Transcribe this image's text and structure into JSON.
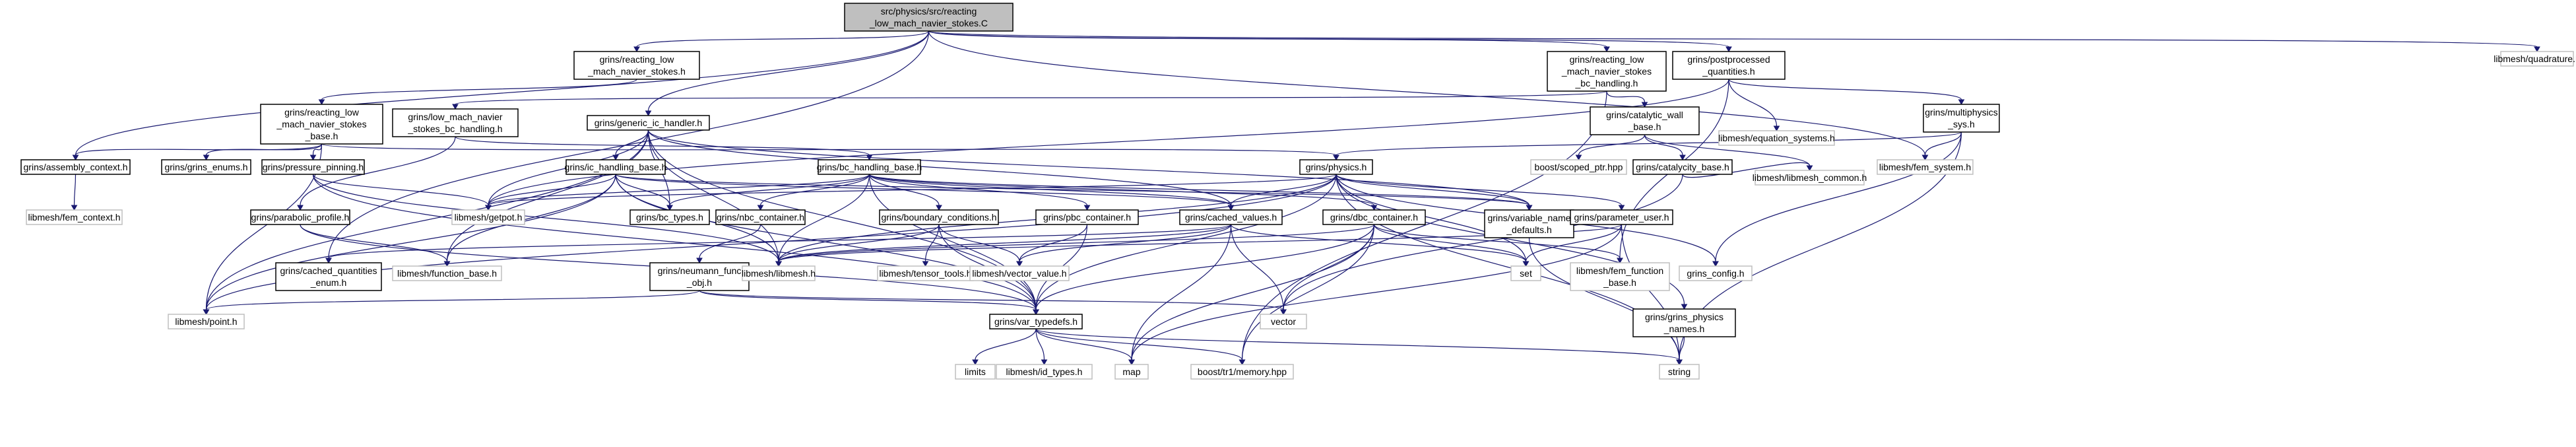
{
  "graph": {
    "root": "src/physics/src/reacting_low_mach_navier_stokes.C",
    "nodes": [
      {
        "id": "root",
        "label": [
          "src/physics/src/reacting",
          "_low_mach_navier_stokes.C"
        ],
        "kind": "root"
      },
      {
        "id": "rlmns",
        "label": [
          "grins/reacting_low",
          "_mach_navier_stokes.h"
        ],
        "kind": "doc"
      },
      {
        "id": "rlmns_bc",
        "label": [
          "grins/reacting_low",
          "_mach_navier_stokes",
          "_bc_handling.h"
        ],
        "kind": "doc"
      },
      {
        "id": "postproc",
        "label": [
          "grins/postprocessed",
          "_quantities.h"
        ],
        "kind": "doc"
      },
      {
        "id": "quadrature",
        "label": [
          "libmesh/quadrature.h"
        ],
        "kind": "ext"
      },
      {
        "id": "rlmns_base",
        "label": [
          "grins/reacting_low",
          "_mach_navier_stokes",
          "_base.h"
        ],
        "kind": "doc"
      },
      {
        "id": "lmns_bc",
        "label": [
          "grins/low_mach_navier",
          "_stokes_bc_handling.h"
        ],
        "kind": "doc"
      },
      {
        "id": "generic_ic",
        "label": [
          "grins/generic_ic_handler.h"
        ],
        "kind": "doc"
      },
      {
        "id": "catalytic_wall",
        "label": [
          "grins/catalytic_wall",
          "_base.h"
        ],
        "kind": "doc"
      },
      {
        "id": "eq_systems",
        "label": [
          "libmesh/equation_systems.h"
        ],
        "kind": "ext"
      },
      {
        "id": "multiphysics",
        "label": [
          "grins/multiphysics",
          "_sys.h"
        ],
        "kind": "doc"
      },
      {
        "id": "assembly",
        "label": [
          "grins/assembly_context.h"
        ],
        "kind": "doc"
      },
      {
        "id": "grins_enums",
        "label": [
          "grins/grins_enums.h"
        ],
        "kind": "doc"
      },
      {
        "id": "pressure_pin",
        "label": [
          "grins/pressure_pinning.h"
        ],
        "kind": "doc"
      },
      {
        "id": "ic_base",
        "label": [
          "grins/ic_handling_base.h"
        ],
        "kind": "doc"
      },
      {
        "id": "bc_base",
        "label": [
          "grins/bc_handling_base.h"
        ],
        "kind": "doc"
      },
      {
        "id": "physics",
        "label": [
          "grins/physics.h"
        ],
        "kind": "doc"
      },
      {
        "id": "scoped_ptr",
        "label": [
          "boost/scoped_ptr.hpp"
        ],
        "kind": "ext"
      },
      {
        "id": "catalycity",
        "label": [
          "grins/catalycity_base.h"
        ],
        "kind": "doc"
      },
      {
        "id": "libmesh_common",
        "label": [
          "libmesh/libmesh_common.h"
        ],
        "kind": "ext"
      },
      {
        "id": "fem_system",
        "label": [
          "libmesh/fem_system.h"
        ],
        "kind": "ext"
      },
      {
        "id": "fem_context",
        "label": [
          "libmesh/fem_context.h"
        ],
        "kind": "ext"
      },
      {
        "id": "parabolic",
        "label": [
          "grins/parabolic_profile.h"
        ],
        "kind": "doc"
      },
      {
        "id": "getpot",
        "label": [
          "libmesh/getpot.h"
        ],
        "kind": "ext"
      },
      {
        "id": "bc_types",
        "label": [
          "grins/bc_types.h"
        ],
        "kind": "doc"
      },
      {
        "id": "nbc",
        "label": [
          "grins/nbc_container.h"
        ],
        "kind": "doc"
      },
      {
        "id": "boundary_cond",
        "label": [
          "grins/boundary_conditions.h"
        ],
        "kind": "doc"
      },
      {
        "id": "pbc",
        "label": [
          "grins/pbc_container.h"
        ],
        "kind": "doc"
      },
      {
        "id": "cached_values",
        "label": [
          "grins/cached_values.h"
        ],
        "kind": "doc"
      },
      {
        "id": "dbc",
        "label": [
          "grins/dbc_container.h"
        ],
        "kind": "doc"
      },
      {
        "id": "var_name_defaults",
        "label": [
          "grins/variable_name",
          "_defaults.h"
        ],
        "kind": "doc"
      },
      {
        "id": "param_user",
        "label": [
          "grins/parameter_user.h"
        ],
        "kind": "doc"
      },
      {
        "id": "cached_enum",
        "label": [
          "grins/cached_quantities",
          "_enum.h"
        ],
        "kind": "doc"
      },
      {
        "id": "function_base",
        "label": [
          "libmesh/function_base.h"
        ],
        "kind": "ext"
      },
      {
        "id": "neumann",
        "label": [
          "grins/neumann_func",
          "_obj.h"
        ],
        "kind": "doc"
      },
      {
        "id": "libmesh_h",
        "label": [
          "libmesh/libmesh.h"
        ],
        "kind": "ext"
      },
      {
        "id": "tensor_tools",
        "label": [
          "libmesh/tensor_tools.h"
        ],
        "kind": "ext"
      },
      {
        "id": "vector_value",
        "label": [
          "libmesh/vector_value.h"
        ],
        "kind": "ext"
      },
      {
        "id": "set",
        "label": [
          "set"
        ],
        "kind": "ext"
      },
      {
        "id": "fem_function_base",
        "label": [
          "libmesh/fem_function",
          "_base.h"
        ],
        "kind": "ext"
      },
      {
        "id": "grins_config",
        "label": [
          "grins_config.h"
        ],
        "kind": "ext"
      },
      {
        "id": "point",
        "label": [
          "libmesh/point.h"
        ],
        "kind": "ext"
      },
      {
        "id": "vector",
        "label": [
          "vector"
        ],
        "kind": "ext"
      },
      {
        "id": "var_typedefs",
        "label": [
          "grins/var_typedefs.h"
        ],
        "kind": "doc"
      },
      {
        "id": "physics_names",
        "label": [
          "grins/grins_physics",
          "_names.h"
        ],
        "kind": "doc"
      },
      {
        "id": "climits",
        "label": [
          "limits"
        ],
        "kind": "ext"
      },
      {
        "id": "id_types",
        "label": [
          "libmesh/id_types.h"
        ],
        "kind": "ext"
      },
      {
        "id": "map",
        "label": [
          "map"
        ],
        "kind": "ext"
      },
      {
        "id": "tr1_memory",
        "label": [
          "boost/tr1/memory.hpp"
        ],
        "kind": "ext"
      },
      {
        "id": "string",
        "label": [
          "string"
        ],
        "kind": "ext"
      }
    ],
    "edges": [
      [
        "root",
        "rlmns"
      ],
      [
        "root",
        "rlmns_bc"
      ],
      [
        "root",
        "postproc"
      ],
      [
        "root",
        "quadrature"
      ],
      [
        "root",
        "assembly"
      ],
      [
        "root",
        "generic_ic"
      ],
      [
        "root",
        "cached_enum"
      ],
      [
        "root",
        "fem_system"
      ],
      [
        "rlmns",
        "rlmns_base"
      ],
      [
        "rlmns_bc",
        "lmns_bc"
      ],
      [
        "rlmns_bc",
        "catalytic_wall"
      ],
      [
        "rlmns_bc",
        "tr1_memory"
      ],
      [
        "postproc",
        "getpot"
      ],
      [
        "postproc",
        "eq_systems"
      ],
      [
        "postproc",
        "multiphysics"
      ],
      [
        "postproc",
        "fem_function_base"
      ],
      [
        "rlmns_base",
        "assembly"
      ],
      [
        "rlmns_base",
        "grins_enums"
      ],
      [
        "rlmns_base",
        "pressure_pin"
      ],
      [
        "rlmns_base",
        "physics"
      ],
      [
        "rlmns_base",
        "point"
      ],
      [
        "lmns_bc",
        "bc_base"
      ],
      [
        "lmns_bc",
        "parabolic"
      ],
      [
        "generic_ic",
        "ic_base"
      ],
      [
        "generic_ic",
        "getpot"
      ],
      [
        "generic_ic",
        "var_typedefs"
      ],
      [
        "generic_ic",
        "bc_types"
      ],
      [
        "generic_ic",
        "function_base"
      ],
      [
        "generic_ic",
        "libmesh_h"
      ],
      [
        "generic_ic",
        "cached_values"
      ],
      [
        "generic_ic",
        "var_name_defaults"
      ],
      [
        "generic_ic",
        "point"
      ],
      [
        "catalytic_wall",
        "scoped_ptr"
      ],
      [
        "catalytic_wall",
        "catalycity"
      ],
      [
        "catalytic_wall",
        "libmesh_common"
      ],
      [
        "multiphysics",
        "physics"
      ],
      [
        "multiphysics",
        "fem_system"
      ],
      [
        "multiphysics",
        "grins_config"
      ],
      [
        "multiphysics",
        "string"
      ],
      [
        "assembly",
        "fem_context"
      ],
      [
        "pressure_pin",
        "getpot"
      ],
      [
        "pressure_pin",
        "var_typedefs"
      ],
      [
        "pressure_pin",
        "libmesh_h"
      ],
      [
        "ic_base",
        "getpot"
      ],
      [
        "ic_base",
        "bc_types"
      ],
      [
        "ic_base",
        "function_base"
      ],
      [
        "ic_base",
        "var_typedefs"
      ],
      [
        "ic_base",
        "cached_values"
      ],
      [
        "ic_base",
        "var_name_defaults"
      ],
      [
        "ic_base",
        "libmesh_h"
      ],
      [
        "ic_base",
        "point"
      ],
      [
        "bc_base",
        "getpot"
      ],
      [
        "bc_base",
        "bc_types"
      ],
      [
        "bc_base",
        "nbc"
      ],
      [
        "bc_base",
        "boundary_cond"
      ],
      [
        "bc_base",
        "pbc"
      ],
      [
        "bc_base",
        "cached_values"
      ],
      [
        "bc_base",
        "dbc"
      ],
      [
        "bc_base",
        "var_name_defaults"
      ],
      [
        "bc_base",
        "var_typedefs"
      ],
      [
        "bc_base",
        "libmesh_h"
      ],
      [
        "physics",
        "getpot"
      ],
      [
        "physics",
        "var_typedefs"
      ],
      [
        "physics",
        "cached_values"
      ],
      [
        "physics",
        "param_user"
      ],
      [
        "physics",
        "physics_names"
      ],
      [
        "physics",
        "var_name_defaults"
      ],
      [
        "physics",
        "grins_config"
      ],
      [
        "physics",
        "set"
      ],
      [
        "physics",
        "libmesh_h"
      ],
      [
        "physics",
        "point"
      ],
      [
        "physics",
        "string"
      ],
      [
        "catalycity",
        "libmesh_common"
      ],
      [
        "catalycity",
        "vector"
      ],
      [
        "parabolic",
        "var_typedefs"
      ],
      [
        "parabolic",
        "function_base"
      ],
      [
        "nbc",
        "neumann"
      ],
      [
        "boundary_cond",
        "libmesh_h"
      ],
      [
        "boundary_cond",
        "tensor_tools"
      ],
      [
        "boundary_cond",
        "var_typedefs"
      ],
      [
        "boundary_cond",
        "vector_value"
      ],
      [
        "pbc",
        "var_typedefs"
      ],
      [
        "pbc",
        "vector_value"
      ],
      [
        "cached_values",
        "cached_enum"
      ],
      [
        "cached_values",
        "libmesh_h"
      ],
      [
        "cached_values",
        "vector_value"
      ],
      [
        "cached_values",
        "set"
      ],
      [
        "cached_values",
        "map"
      ],
      [
        "cached_values",
        "vector"
      ],
      [
        "dbc",
        "libmesh_h"
      ],
      [
        "dbc",
        "var_typedefs"
      ],
      [
        "dbc",
        "fem_function_base"
      ],
      [
        "dbc",
        "set"
      ],
      [
        "dbc",
        "vector"
      ],
      [
        "dbc",
        "tr1_memory"
      ],
      [
        "dbc",
        "map"
      ],
      [
        "var_name_defaults",
        "string"
      ],
      [
        "param_user",
        "libmesh_h"
      ],
      [
        "param_user",
        "set"
      ],
      [
        "param_user",
        "map"
      ],
      [
        "param_user",
        "string"
      ],
      [
        "neumann",
        "var_typedefs"
      ],
      [
        "neumann",
        "point"
      ],
      [
        "neumann",
        "vector"
      ],
      [
        "var_typedefs",
        "climits"
      ],
      [
        "var_typedefs",
        "id_types"
      ],
      [
        "var_typedefs",
        "map"
      ],
      [
        "var_typedefs",
        "tr1_memory"
      ],
      [
        "var_typedefs",
        "string"
      ],
      [
        "physics_names",
        "string"
      ]
    ]
  }
}
